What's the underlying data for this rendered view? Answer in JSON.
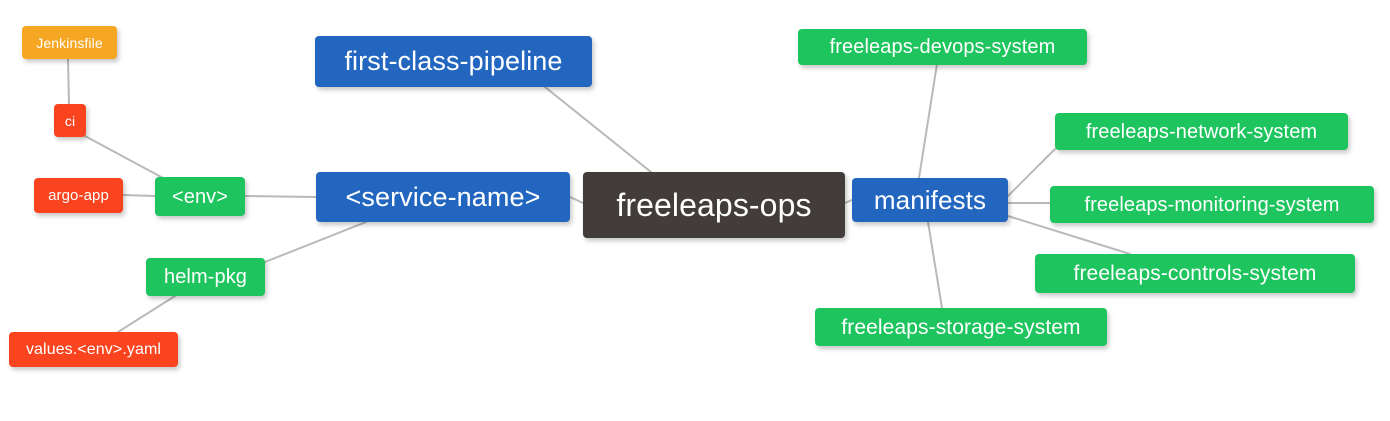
{
  "diagram": {
    "title": "freeleaps-ops mind map",
    "background": "#ffffff",
    "edge_color": "#b9b9b9",
    "palette": {
      "root": "#423d3a",
      "blue": "#2266c0",
      "green": "#1ec45e",
      "red": "#f9441f",
      "orange": "#f5a623",
      "text": "#ffffff"
    }
  },
  "nodes": {
    "root": {
      "label": "freeleaps-ops"
    },
    "service_name": {
      "label": "<service-name>"
    },
    "first_class_pipeline": {
      "label": "first-class-pipeline"
    },
    "manifests": {
      "label": "manifests"
    },
    "env": {
      "label": "<env>"
    },
    "helm_pkg": {
      "label": "helm-pkg"
    },
    "ci": {
      "label": "ci"
    },
    "argo_app": {
      "label": "argo-app"
    },
    "jenkinsfile": {
      "label": "Jenkinsfile"
    },
    "values_yaml": {
      "label": "values.<env>.yaml"
    },
    "devops_system": {
      "label": "freeleaps-devops-system"
    },
    "network_system": {
      "label": "freeleaps-network-system"
    },
    "monitoring_system": {
      "label": "freeleaps-monitoring-system"
    },
    "controls_system": {
      "label": "freeleaps-controls-system"
    },
    "storage_system": {
      "label": "freeleaps-storage-system"
    }
  },
  "edges": [
    {
      "from": "root",
      "to": "service_name"
    },
    {
      "from": "root",
      "to": "first_class_pipeline"
    },
    {
      "from": "root",
      "to": "manifests"
    },
    {
      "from": "service_name",
      "to": "env"
    },
    {
      "from": "service_name",
      "to": "helm_pkg"
    },
    {
      "from": "env",
      "to": "ci"
    },
    {
      "from": "env",
      "to": "argo_app"
    },
    {
      "from": "ci",
      "to": "jenkinsfile"
    },
    {
      "from": "helm_pkg",
      "to": "values_yaml"
    },
    {
      "from": "manifests",
      "to": "devops_system"
    },
    {
      "from": "manifests",
      "to": "network_system"
    },
    {
      "from": "manifests",
      "to": "monitoring_system"
    },
    {
      "from": "manifests",
      "to": "controls_system"
    },
    {
      "from": "manifests",
      "to": "storage_system"
    }
  ]
}
